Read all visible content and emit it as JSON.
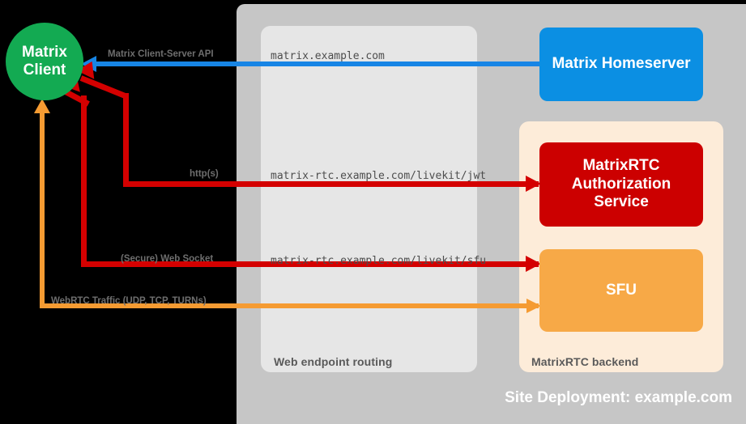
{
  "diagram": {
    "title": "Site Deployment: example.com",
    "site_panel_label": "Site Deployment: example.com",
    "web_panel_label": "Web endpoint routing",
    "backend_panel_label": "MatrixRTC backend"
  },
  "nodes": {
    "client": {
      "label": "Matrix\nClient",
      "line1": "Matrix",
      "line2": "Client",
      "color": "#13aa52"
    },
    "homeserver": {
      "label": "Matrix Homeserver",
      "color": "#0b8fe3"
    },
    "auth": {
      "line1": "MatrixRTC",
      "line2": "Authorization",
      "line3": "Service",
      "color": "#cc0000"
    },
    "sfu": {
      "label": "SFU",
      "color": "#f7a947"
    }
  },
  "connections": [
    {
      "id": "client-server-api",
      "protocol_label": "Matrix Client-Server API",
      "endpoint": "matrix.example.com",
      "color": "#1785e5",
      "from": "homeserver",
      "to": "client"
    },
    {
      "id": "livekit-jwt",
      "protocol_label": "http(s)",
      "endpoint": "matrix-rtc.example.com/livekit/jwt",
      "color": "#d40000",
      "from": "client",
      "to": "auth"
    },
    {
      "id": "livekit-sfu",
      "protocol_label": "(Secure) Web Socket",
      "endpoint": "matrix-rtc.example.com/livekit/sfu",
      "color": "#d40000",
      "from": "client",
      "to": "sfu"
    },
    {
      "id": "webrtc-traffic",
      "protocol_label": "WebRTC Traffic (UDP, TCP, TURNs)",
      "endpoint": "",
      "color": "#f59b32",
      "from": "client",
      "to": "sfu"
    }
  ],
  "colors": {
    "background": "#000000",
    "site_panel": "#c6c6c6",
    "web_panel": "#e6e6e6",
    "backend_panel": "#fdecd9",
    "panel_label_text": "#5a5a5a",
    "connector_label_text": "#6e6e6e",
    "url_text": "#4d4d4d"
  }
}
